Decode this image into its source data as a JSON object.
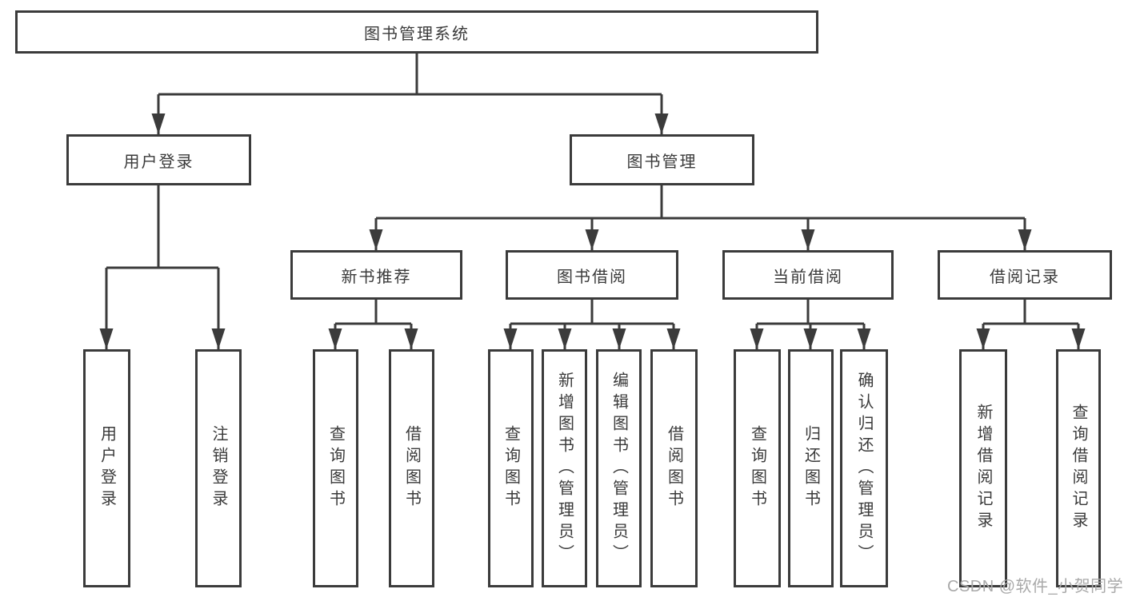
{
  "diagram_title": "图书管理系统",
  "colors": {
    "ink": "#3b3b3b",
    "text": "#3a3a3a",
    "watermark": "#a9a9a9",
    "background": "#ffffff"
  },
  "nodes": {
    "root": "图书管理系统",
    "user_login_group": "用户登录",
    "book_mgmt": "图书管理",
    "login": "用户登录",
    "logout": "注销登录",
    "new_book_rec": "新书推荐",
    "book_borrow": "图书借阅",
    "current_borrow": "当前借阅",
    "borrow_record": "借阅记录",
    "nbr_query_book": "查询图书",
    "nbr_borrow_book": "借阅图书",
    "bb_query_book": "查询图书",
    "bb_add_book": "新增图书（管理员）",
    "bb_edit_book": "编辑图书（管理员）",
    "bb_borrow_book": "借阅图书",
    "cb_query_book": "查询图书",
    "cb_return_book": "归还图书",
    "cb_confirm_return": "确认归还（管理员）",
    "br_add_record": "新增借阅记录",
    "br_query_record": "查询借阅记录"
  },
  "structure": {
    "root": [
      "user_login_group",
      "book_mgmt"
    ],
    "user_login_group": [
      "login",
      "logout"
    ],
    "book_mgmt": [
      "new_book_rec",
      "book_borrow",
      "current_borrow",
      "borrow_record"
    ],
    "new_book_rec": [
      "nbr_query_book",
      "nbr_borrow_book"
    ],
    "book_borrow": [
      "bb_query_book",
      "bb_add_book",
      "bb_edit_book",
      "bb_borrow_book"
    ],
    "current_borrow": [
      "cb_query_book",
      "cb_return_book",
      "cb_confirm_return"
    ],
    "borrow_record": [
      "br_add_record",
      "br_query_record"
    ]
  },
  "watermark": {
    "text": "CSDN @软件_小贺同学"
  }
}
